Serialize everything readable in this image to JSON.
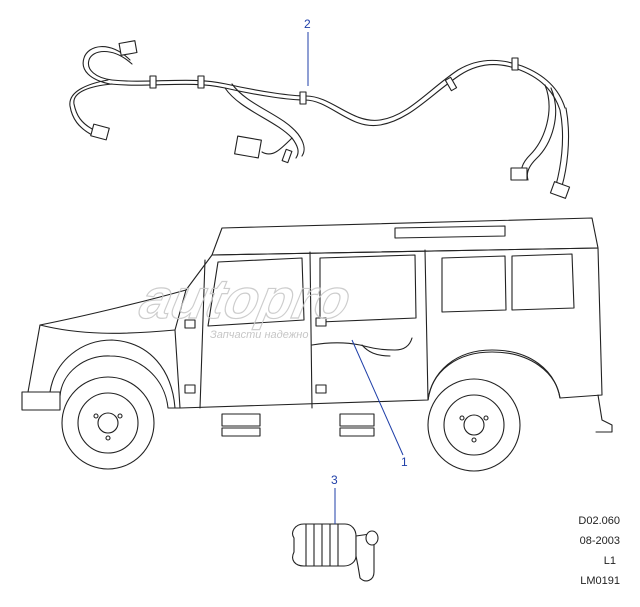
{
  "callouts": {
    "harness": "2",
    "loom": "1",
    "grommet": "3"
  },
  "watermark": {
    "logo": "autopro",
    "tagline": "Запчасти надежно"
  },
  "reference": {
    "code": "D02.060",
    "date": "08-2003",
    "level": "L1",
    "illustration": "LM0191"
  },
  "colors": {
    "callout": "#1f3fa8",
    "ink": "#222222",
    "watermark": "#c8c8c8"
  }
}
